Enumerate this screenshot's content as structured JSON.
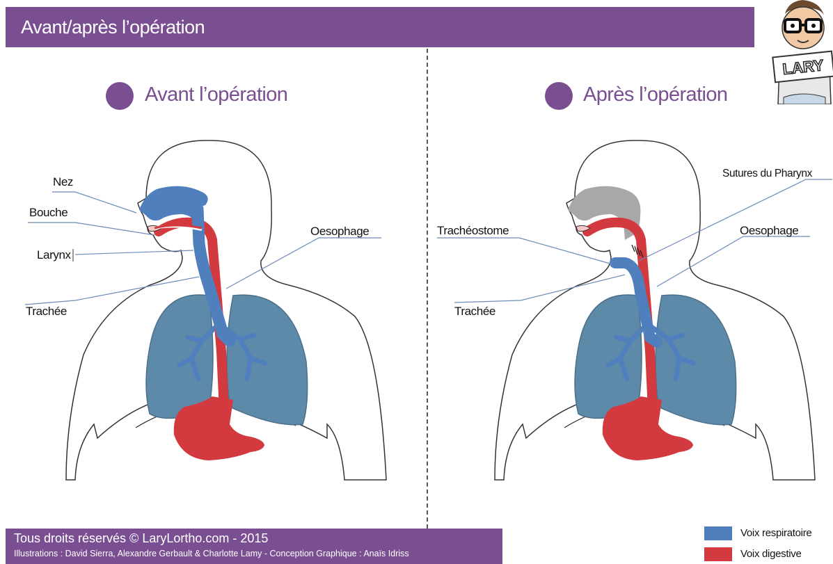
{
  "header": {
    "title": "Avant/après l’opération"
  },
  "mascot": {
    "sign_text": "LARY"
  },
  "sections": {
    "before": {
      "title": "Avant l’opération",
      "labels": {
        "nez": "Nez",
        "bouche": "Bouche",
        "larynx": "Larynx",
        "trachee": "Trachée",
        "oesophage": "Oesophage"
      }
    },
    "after": {
      "title": "Après l’opération",
      "labels": {
        "sutures": "Sutures du Pharynx",
        "tracheostome": "Trachéostome",
        "oesophage": "Oesophage",
        "trachee": "Trachée"
      }
    }
  },
  "legend": {
    "items": [
      {
        "label": "Voix respiratoire",
        "color": "#4f7fbd"
      },
      {
        "label": "Voix digestive",
        "color": "#d33a3f"
      }
    ]
  },
  "footer": {
    "copyright": "Tous droits réservés © LaryLortho.com - 2015",
    "credits": "Illustrations : David Sierra, Alexandre Gerbault & Charlotte Lamy - Conception Graphique : Anaïs Idriss"
  },
  "colors": {
    "accent": "#7a4f92",
    "respiratory": "#4f7fbd",
    "digestive": "#d33a3f",
    "lungs": "#5d8aa8",
    "removed_larynx": "#a8a8a8"
  }
}
